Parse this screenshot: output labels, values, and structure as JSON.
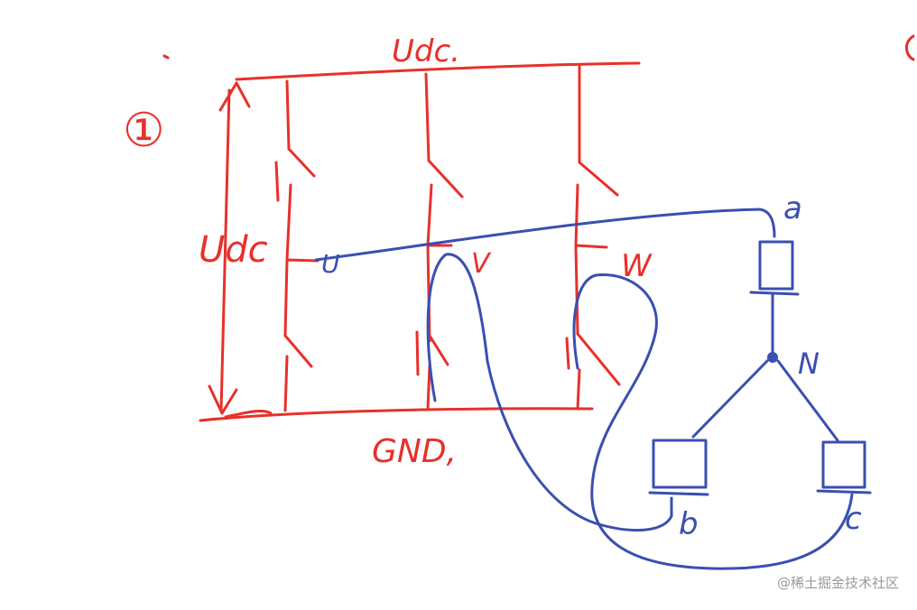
{
  "labels": {
    "section_number": "①",
    "top_rail": "Udc.",
    "dc_voltage": "Udc",
    "bottom_rail": "GND,",
    "phase_u": "U",
    "phase_v": "V",
    "phase_w": "W",
    "node_a": "a",
    "node_b": "b",
    "node_c": "c",
    "neutral": "N"
  },
  "colors": {
    "inverter": "#e8302a",
    "motor": "#3b4fb0",
    "watermark": "#9a9a9a"
  },
  "watermark": "@稀土掘金技术社区"
}
